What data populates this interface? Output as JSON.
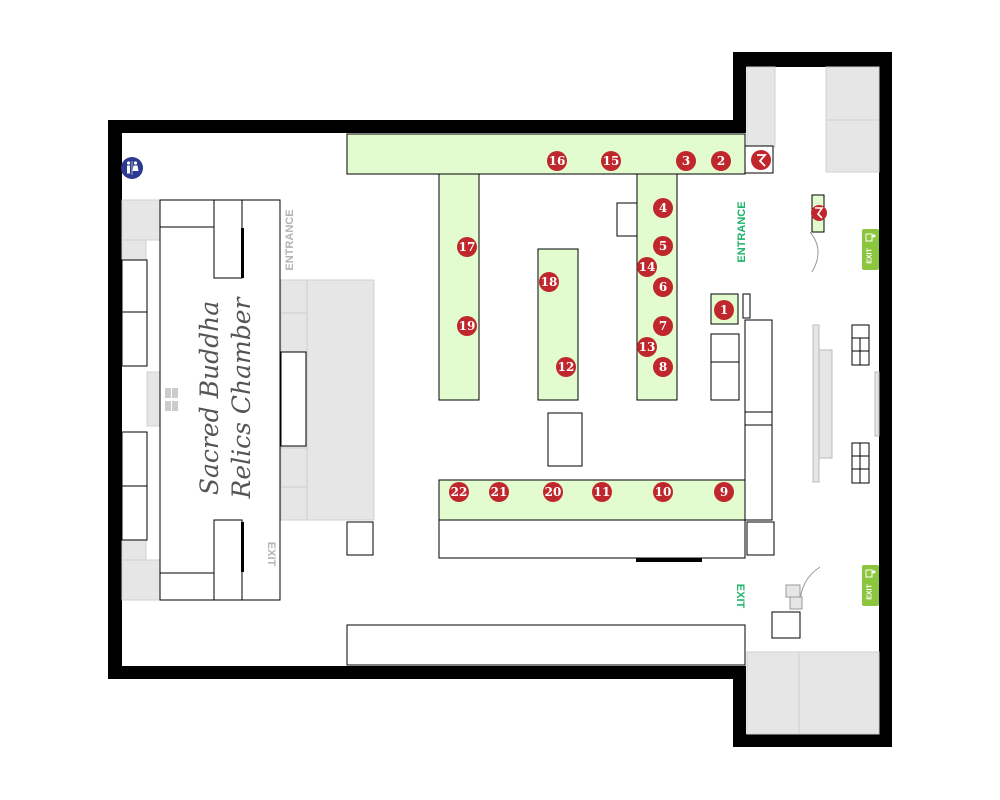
{
  "chamber": {
    "line1": "Sacred Buddha",
    "line2": "Relics Chamber",
    "entrance_label": "ENTRANCE",
    "exit_label": "EXIT"
  },
  "main": {
    "entrance_label": "ENTRANCE",
    "exit_label": "EXIT"
  },
  "exit_sign_label": "EXIT",
  "exhibits": [
    "1",
    "2",
    "3",
    "4",
    "5",
    "6",
    "7",
    "8",
    "9",
    "10",
    "11",
    "12",
    "13",
    "14",
    "15",
    "16",
    "17",
    "18",
    "19",
    "20",
    "21",
    "22"
  ],
  "icons": {
    "restroom": "restroom-icon",
    "info": "info-desk-icon",
    "exit_signs": "emergency-exit-sign-icon"
  },
  "colors": {
    "wall": "#000000",
    "display_case": "#e3fccf",
    "marker": "#c0272d",
    "gray_area": "#e6e6e6",
    "exit_green": "#8cc63f",
    "restroom_blue": "#2b3990"
  }
}
